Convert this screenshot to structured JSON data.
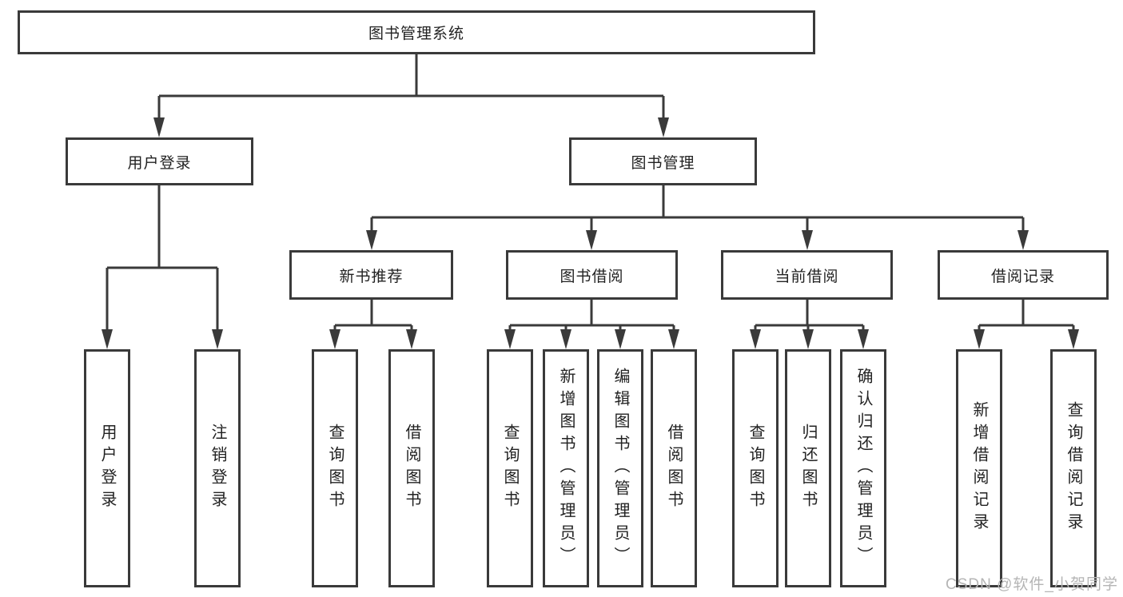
{
  "diagram": {
    "root": "图书管理系统",
    "level2": [
      {
        "label": "用户登录"
      },
      {
        "label": "图书管理"
      }
    ],
    "level3": [
      {
        "label": "新书推荐"
      },
      {
        "label": "图书借阅"
      },
      {
        "label": "当前借阅"
      },
      {
        "label": "借阅记录"
      }
    ],
    "leaves": {
      "user_login": [
        "用户登录",
        "注销登录"
      ],
      "new_books": [
        "查询图书",
        "借阅图书"
      ],
      "book_borrowing": [
        "查询图书",
        "新增图书（管理员）",
        "编辑图书（管理员）",
        "借阅图书"
      ],
      "current_borrowing": [
        "查询图书",
        "归还图书",
        "确认归还（管理员）"
      ],
      "borrow_records": [
        "新增借阅记录",
        "查询借阅记录"
      ]
    }
  },
  "watermark": "CSDN @软件_小贺同学",
  "colors": {
    "line": "#3a3a3a",
    "text": "#222222",
    "watermark": "#b5b5b5",
    "background": "#ffffff"
  }
}
